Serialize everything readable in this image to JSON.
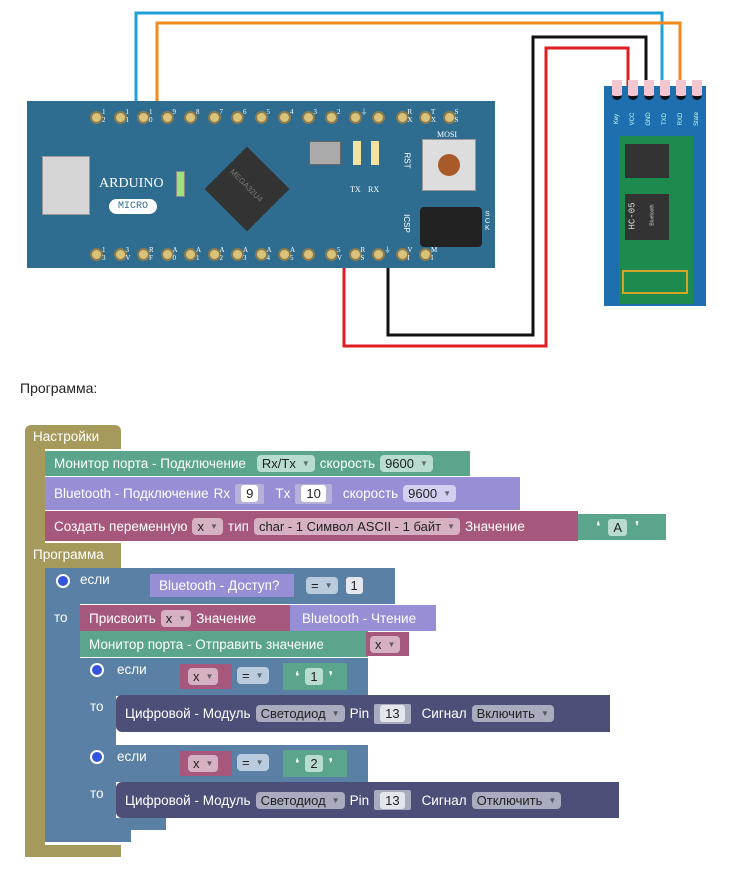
{
  "board": {
    "brand": "ARDUINO",
    "model": "MICRO",
    "chip": "MEGA32U4",
    "labels": {
      "tx": "TX",
      "rx": "RX",
      "rst": "RST",
      "icsp": "ICSP",
      "mosi": "MOSI",
      "sck": "SCK"
    },
    "top_pins": [
      "12",
      "11",
      "10",
      "9",
      "8",
      "7",
      "6",
      "5",
      "4",
      "3",
      "2",
      "⏚",
      "",
      "RX",
      "TX",
      "SS"
    ],
    "bottom_pins": [
      "13",
      "3V",
      "RF",
      "A0",
      "A1",
      "A2",
      "A3",
      "A4",
      "A5",
      "",
      "5V",
      "RS",
      "⏚",
      "VI",
      "MI"
    ]
  },
  "module": {
    "name": "HC-05",
    "sub": "Bluetooth",
    "pins": [
      "Key",
      "VCC",
      "GND",
      "TXD",
      "RXD",
      "State"
    ]
  },
  "wire_colors": {
    "blue": "#1ea0d8",
    "orange": "#f08a1c",
    "black": "#111111",
    "red": "#e01c24"
  },
  "program_label": "Программа:",
  "setup": {
    "title": "Настройки",
    "serial": {
      "label": "Монитор порта - Подключение",
      "port": "Rx/Tx",
      "speed_label": "скорость",
      "speed": "9600"
    },
    "bt": {
      "label": "Bluetooth - Подключение",
      "rx_label": "Rx",
      "rx": "9",
      "tx_label": "Tx",
      "tx": "10",
      "speed_label": "скорость",
      "speed": "9600"
    },
    "var": {
      "label": "Создать переменную",
      "name": "x",
      "type_label": "тип",
      "type": "char - 1 Символ ASCII - 1 байт",
      "value_label": "Значение",
      "value": "A",
      "q_open": "❛",
      "q_close": "❜"
    }
  },
  "loop": {
    "title": "Программа",
    "if1": {
      "if": "если",
      "then": "то",
      "cond": "Bluetooth - Доступ?",
      "op": "=",
      "value": "1"
    },
    "assign": {
      "label": "Присвоить",
      "var": "x",
      "value_label": "Значение",
      "value": "Bluetooth - Чтение"
    },
    "send": {
      "label": "Монитор порта - Отправить значение",
      "var": "x"
    },
    "if2": {
      "if": "если",
      "then": "то",
      "var": "x",
      "op": "=",
      "value": "1",
      "action": {
        "label": "Цифровой - Модуль",
        "module": "Светодиод",
        "pin_label": "Pin",
        "pin": "13",
        "signal_label": "Сигнал",
        "signal": "Включить"
      }
    },
    "if3": {
      "if": "если",
      "then": "то",
      "var": "x",
      "op": "=",
      "value": "2",
      "action": {
        "label": "Цифровой - Модуль",
        "module": "Светодиод",
        "pin_label": "Pin",
        "pin": "13",
        "signal_label": "Сигнал",
        "signal": "Отключить"
      }
    }
  },
  "colors": {
    "hat": "#a59a5c",
    "teal": "#5ba58c",
    "purple": "#968fd6",
    "var": "#a5587c",
    "ctrl": "#5b80a5",
    "dark": "#4c5078"
  }
}
